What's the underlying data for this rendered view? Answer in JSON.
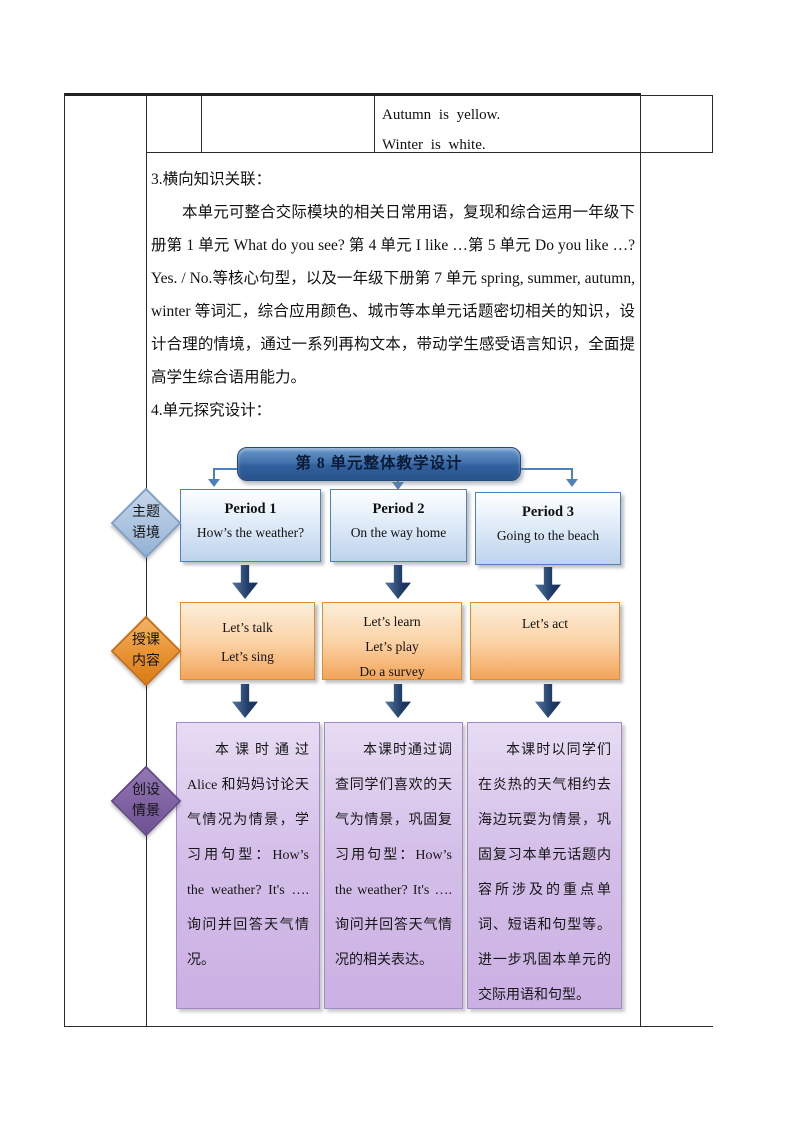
{
  "table": {
    "top_row_lines": [
      "Autumn  is  yellow.",
      "Winter  is  white."
    ]
  },
  "sections": {
    "heading3": "3.横向知识关联：",
    "paragraph3": "本单元可整合交际模块的相关日常用语，复现和综合运用一年级下册第 1 单元 What do you see? 第 4 单元 I like …第 5 单元 Do you like …? Yes. / No.等核心句型，以及一年级下册第 7 单元 spring, summer, autumn, winter 等词汇，综合应用颜色、城市等本单元话题密切相关的知识，设计合理的情境，通过一系列再构文本，带动学生感受语言知识，全面提高学生综合语用能力。",
    "heading4": "4.单元探究设计："
  },
  "diagram": {
    "banner_title": "第 8 单元整体教学设计",
    "stage_labels": [
      {
        "lines": [
          "主题",
          "语境"
        ]
      },
      {
        "lines": [
          "授课",
          "内容"
        ]
      },
      {
        "lines": [
          "创设",
          "情景"
        ]
      }
    ],
    "periods": [
      {
        "title": "Period 1",
        "subtitle": "How’s the weather?"
      },
      {
        "title": "Period 2",
        "subtitle": "On the way home"
      },
      {
        "title": "Period 3",
        "subtitle": "Going  to  the beach"
      }
    ],
    "contents": [
      {
        "lines": [
          "Let’s talk",
          "Let’s sing"
        ]
      },
      {
        "lines": [
          "Let’s learn",
          "Let’s play",
          "Do a survey"
        ]
      },
      {
        "lines": [
          "Let’s  act"
        ]
      }
    ],
    "scenarios": [
      "本课时通过 Alice 和妈妈讨论天气情况为情景，学习用句型：How’s the weather? It's ….询问并回答天气情况。",
      "本课时通过调查同学们喜欢的天气为情景，巩固复习用句型：How’s the weather? It's ….询问并回答天气情况的相关表达。",
      "本课时以同学们在炎热的天气相约去海边玩耍为情景，巩固复习本单元话题内容所涉及的重点单词、短语和句型等。进一步巩固本单元的交际用语和句型。"
    ],
    "colors": {
      "banner_blue": "#31619e",
      "connector_blue": "#4e81bb",
      "block_arrow_navy": "#1f3a66",
      "period_box_fill": "#bed3ec",
      "period_box_border": "#4f81bd",
      "content_box_fill": "#f2a55b",
      "content_box_border": "#e08c31",
      "scenario_box_fill": "#cbb0e3",
      "scenario_box_border": "#a18bc4",
      "diamond_blue": "#a9c2de",
      "diamond_orange": "#e78f2e",
      "diamond_purple": "#7d60a0"
    }
  }
}
